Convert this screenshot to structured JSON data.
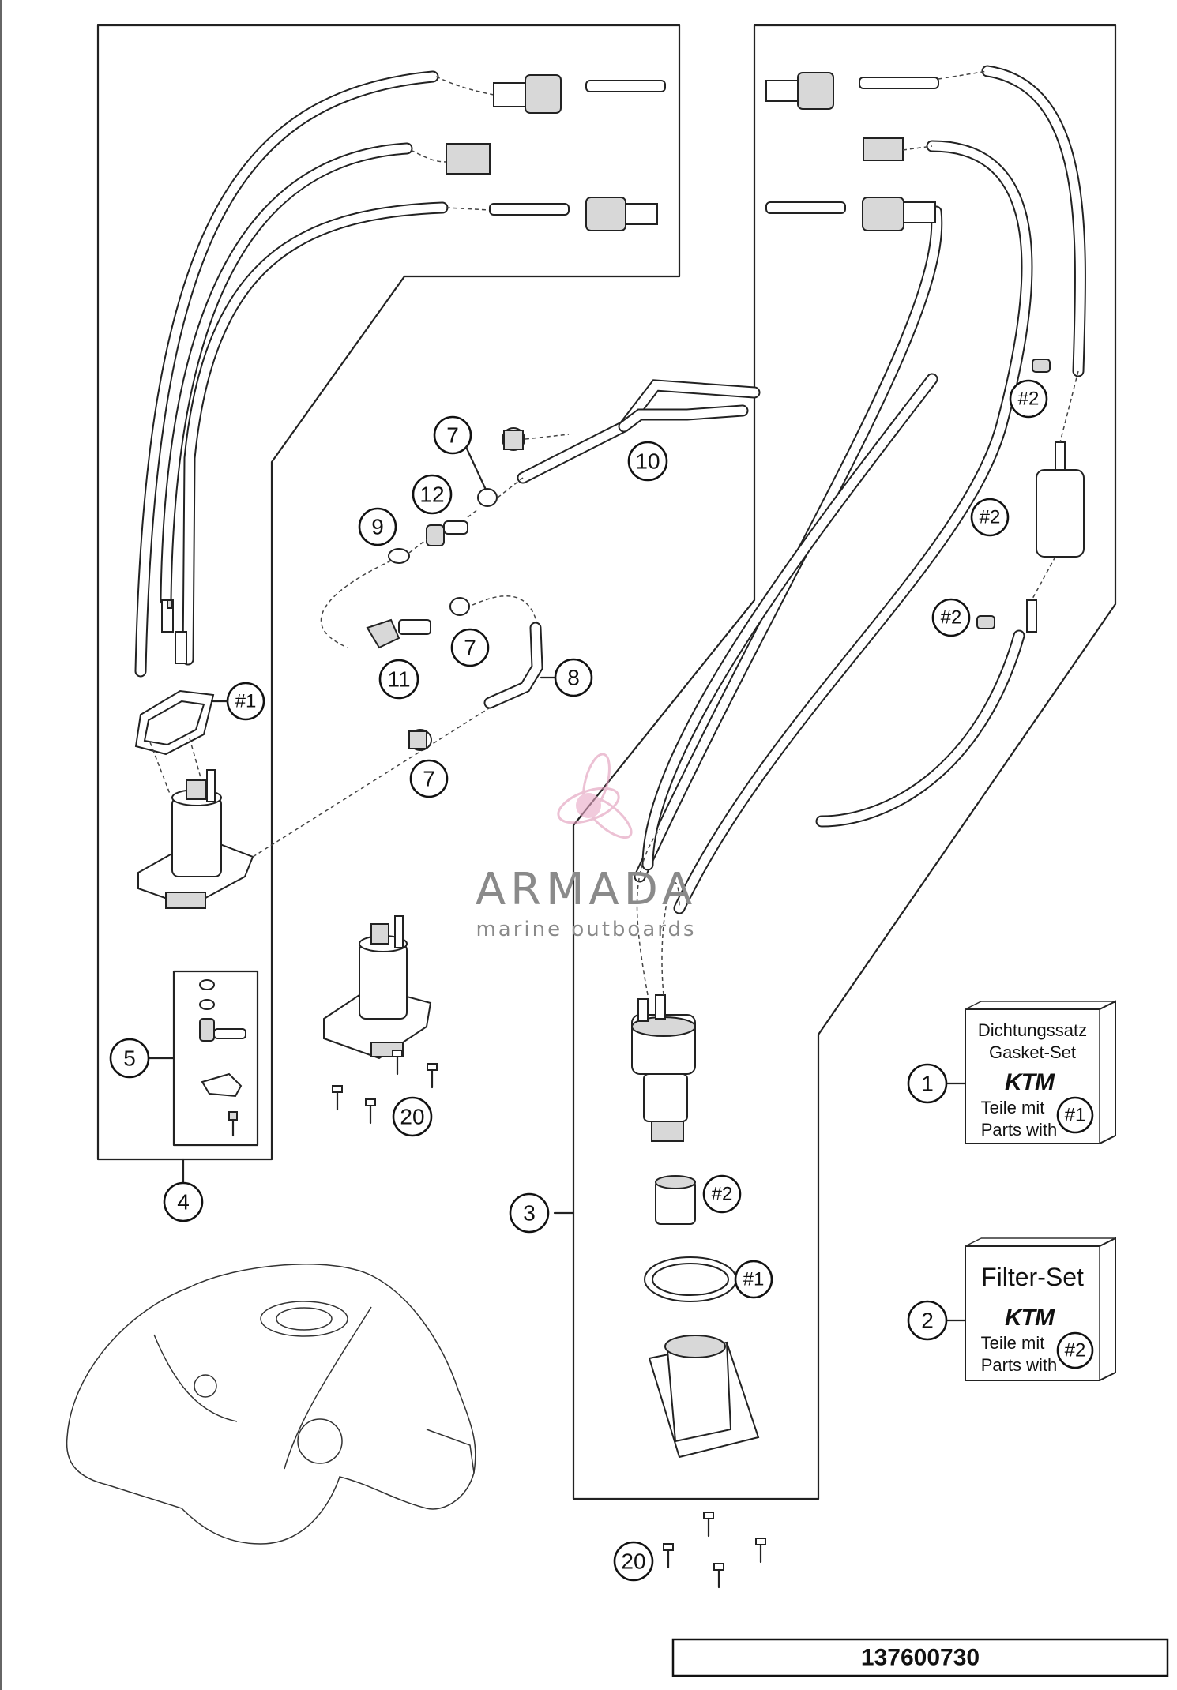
{
  "callouts": {
    "c1": "1",
    "c2": "2",
    "c3": "3",
    "c4": "4",
    "c5": "5",
    "c7a": "7",
    "c7b": "7",
    "c7c": "7",
    "c8": "8",
    "c9": "9",
    "c10": "10",
    "c11": "11",
    "c12": "12",
    "c20a": "20",
    "c20b": "20",
    "h1a": "#1",
    "h1b": "#1",
    "h2a": "#2",
    "h2b": "#2",
    "h2c": "#2",
    "h2d": "#2"
  },
  "kits": {
    "gasket": {
      "line1": "Dichtungssatz",
      "line2": "Gasket-Set",
      "brand": "KTM",
      "line3": "Teile mit",
      "line4": "Parts with",
      "ref": "#1"
    },
    "filter": {
      "title": "Filter-Set",
      "brand": "KTM",
      "line3": "Teile mit",
      "line4": "Parts with",
      "ref": "#2"
    }
  },
  "watermark": {
    "name": "ARMADA",
    "tagline": "marine outboards"
  },
  "document_number": "137600730"
}
